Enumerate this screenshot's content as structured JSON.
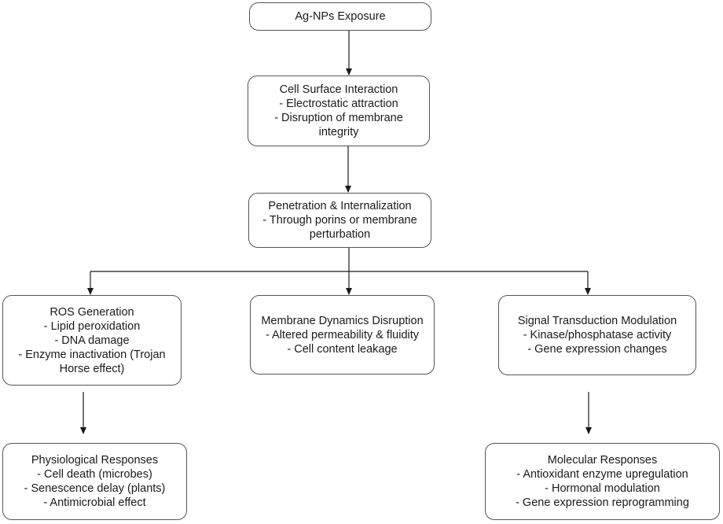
{
  "diagram": {
    "exposure": {
      "title": "Ag-NPs Exposure"
    },
    "surface": {
      "title": "Cell Surface Interaction",
      "lines": [
        "- Electrostatic attraction",
        "- Disruption of membrane",
        "integrity"
      ]
    },
    "penetration": {
      "title": "Penetration & Internalization",
      "lines": [
        "- Through porins or membrane",
        "perturbation"
      ]
    },
    "ros": {
      "title": "ROS Generation",
      "lines": [
        "- Lipid peroxidation",
        "- DNA damage",
        "- Enzyme inactivation (Trojan",
        "Horse effect)"
      ]
    },
    "membrane": {
      "title": "Membrane Dynamics Disruption",
      "lines": [
        "- Altered permeability & fluidity",
        "- Cell content leakage"
      ]
    },
    "signal": {
      "title": "Signal Transduction Modulation",
      "lines": [
        "- Kinase/phosphatase activity",
        "- Gene expression changes"
      ]
    },
    "physiological": {
      "title": "Physiological Responses",
      "lines": [
        "- Cell death (microbes)",
        "- Senescence delay (plants)",
        "- Antimicrobial effect"
      ]
    },
    "molecular": {
      "title": "Molecular Responses",
      "lines": [
        "- Antioxidant enzyme upregulation",
        "- Hormonal modulation",
        "- Gene expression reprogramming"
      ]
    },
    "colors": {
      "border": "#555555",
      "arrow": "#1a1a1a",
      "text": "#1a1a1a",
      "background": "#ffffff"
    }
  }
}
